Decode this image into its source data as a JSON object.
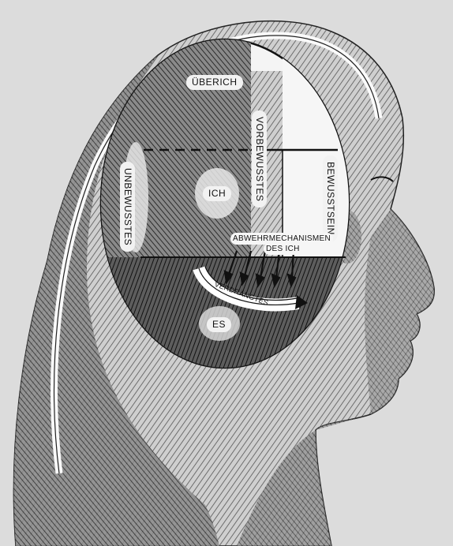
{
  "labels": {
    "ueberich": "ÜBERICH",
    "vorbewusstes": "VORBEWUSSTES",
    "unbewusstes": "UNBEWUSSTES",
    "bewusstsein": "BEWUSSTSEIN",
    "ich": "ICH",
    "abwehr_line1": "ABWEHRMECHANISMEN",
    "abwehr_line2": "DES ICH",
    "verdraengtes": "VERDRÄNGTES",
    "es": "ES"
  }
}
